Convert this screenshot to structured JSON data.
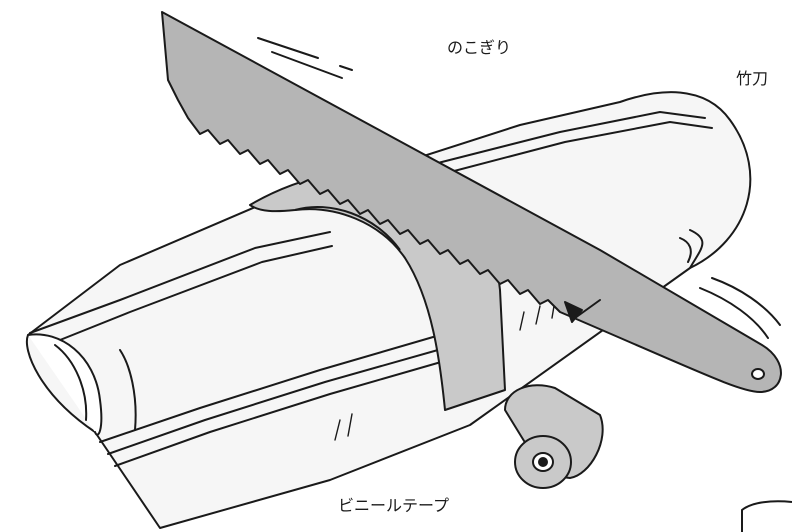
{
  "labels": {
    "saw": "のこぎり",
    "bamboo": "竹刀",
    "tape": "ビニールテープ"
  },
  "colors": {
    "line": "#1a1a1a",
    "tape_fill": "#c9c9c9",
    "saw_fill": "#b5b5b5",
    "bamboo_fill": "#f6f6f6",
    "paper": "#ffffff"
  }
}
